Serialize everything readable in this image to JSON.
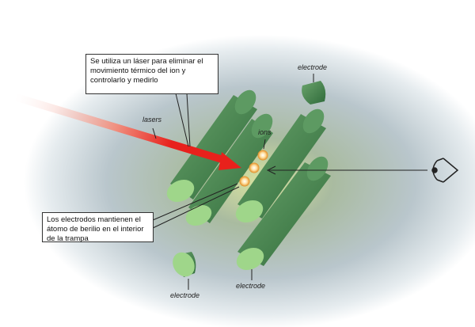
{
  "callouts": {
    "laser_note": "Se utiliza un láser para eliminar el movimiento térmico del ion y controlarlo y medirlo",
    "electrode_note": "Los electrodos mantienen el átomo de berilio en el interior de la trampa"
  },
  "labels": {
    "lasers": "lasers",
    "ions": "ions",
    "electrode_top": "electrode",
    "electrode_bottom_left": "electrode",
    "electrode_bottom_right": "electrode"
  },
  "colors": {
    "rod": "#4f8a55",
    "rod_cap": "#9fd68a",
    "laser": "#e8211c",
    "ion": "#ffd98a"
  }
}
